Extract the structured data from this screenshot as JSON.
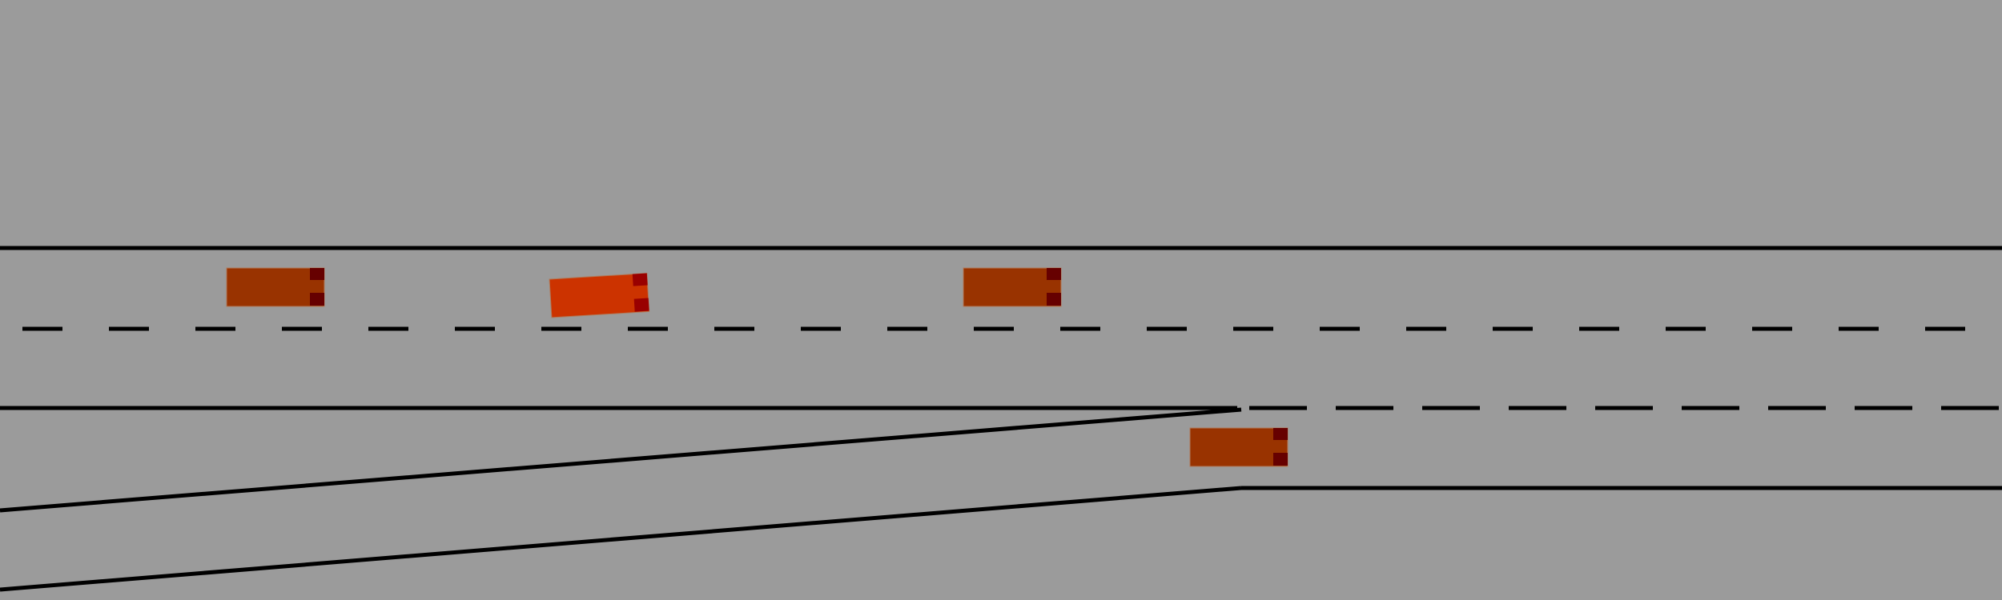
{
  "scene": {
    "background_color": "#9b9b9b",
    "line_color": "#000000"
  },
  "vehicles": [
    {
      "id": "car-1",
      "role": "other",
      "color": "#993300",
      "light_color": "#660000",
      "heading_deg": 0
    },
    {
      "id": "car-2",
      "role": "ego",
      "color": "#cc3300",
      "light_color": "#990000",
      "heading_deg": -3.5
    },
    {
      "id": "car-3",
      "role": "other",
      "color": "#993300",
      "light_color": "#660000",
      "heading_deg": 0
    },
    {
      "id": "car-4",
      "role": "other",
      "color": "#993300",
      "light_color": "#660000",
      "heading_deg": 0
    }
  ]
}
